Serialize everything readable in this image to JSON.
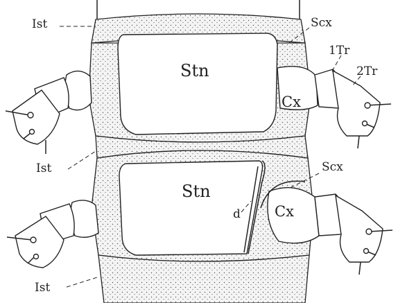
{
  "labels": {
    "ist_top": "Ist",
    "ist_mid": "Ist",
    "ist_bottom": "Ist",
    "scx_top": "Scx",
    "scx_bottom": "Scx",
    "tr1": "1Tr",
    "tr2": "2Tr",
    "stn_top": "Stn",
    "stn_bottom": "Stn",
    "cx_top": "Cx",
    "cx_bottom": "Cx",
    "d": "d"
  }
}
